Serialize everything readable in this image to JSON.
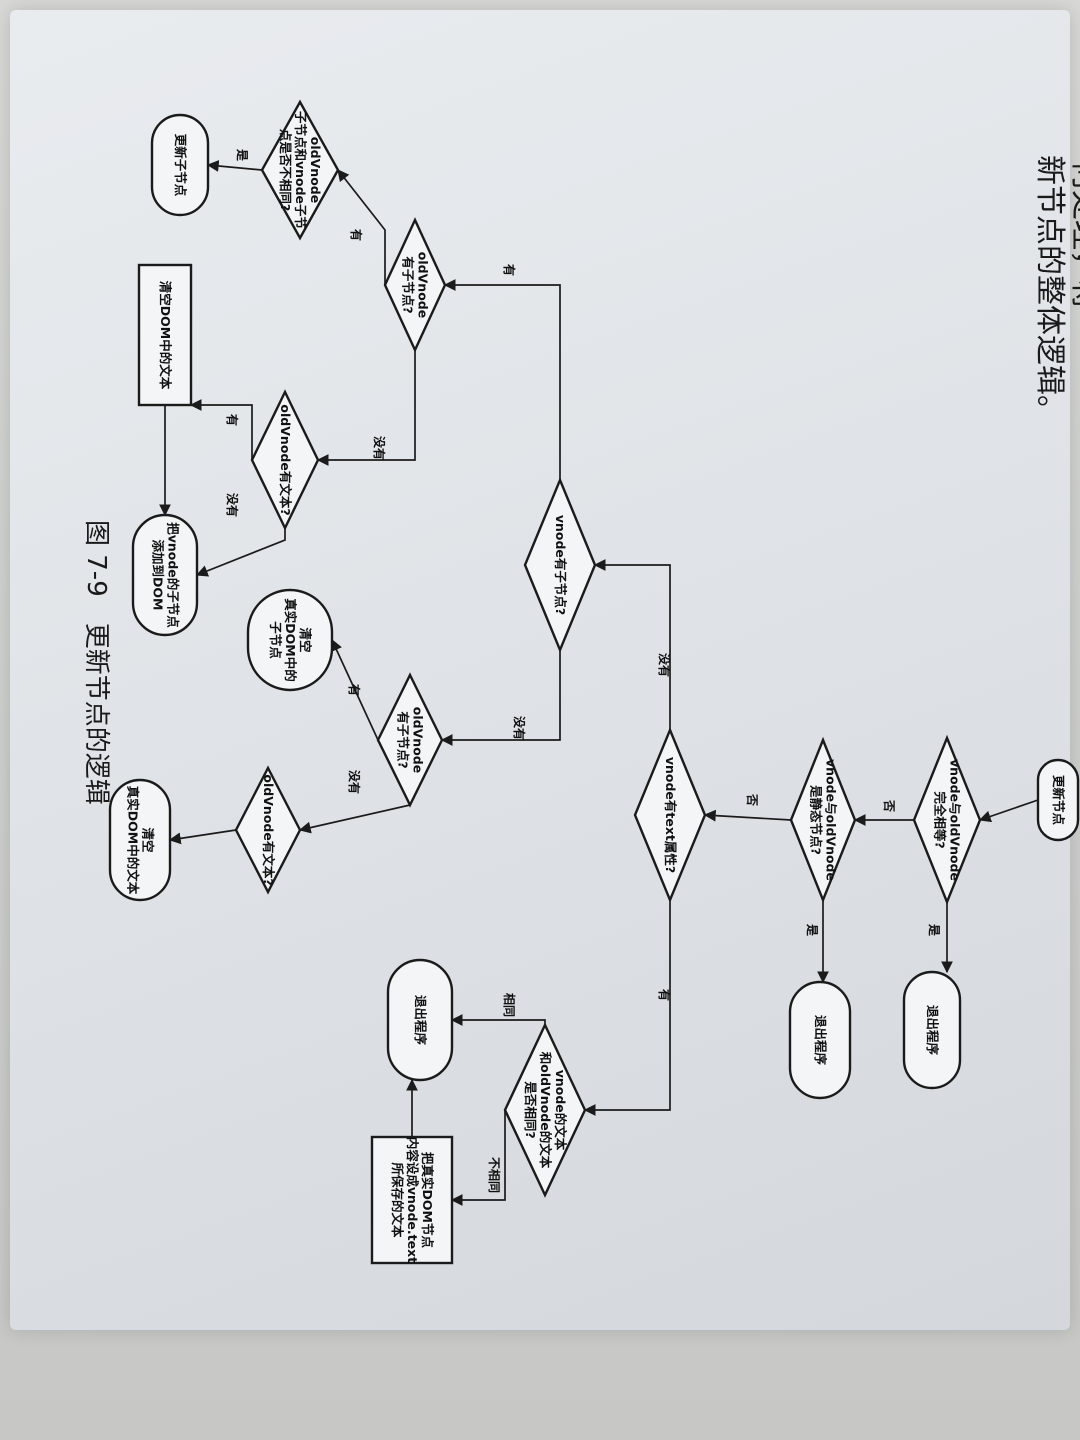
{
  "page": {
    "intro_line_1": "何处理，将",
    "intro_line_2": "新节点的整体逻辑。",
    "caption": "图 7-9　更新节点的逻辑"
  },
  "nodes": {
    "start": [
      "更新节点"
    ],
    "vnode_eq_oldvnode": [
      "vnode与oldVnode",
      "完全相等?"
    ],
    "exit_1": [
      "退出程序"
    ],
    "both_static": [
      "vnode与oldVnode",
      "是静态节点?"
    ],
    "exit_2": [
      "退出程序"
    ],
    "vnode_has_text": [
      "vnode有text属性?"
    ],
    "text_same": [
      "vnode的文本",
      "和oldVnode的文本",
      "是否相同?"
    ],
    "exit_3": [
      "退出程序"
    ],
    "set_text": [
      "把真实DOM节点",
      "内容设成vnode.text",
      "所保存的文本"
    ],
    "vnode_has_children": [
      "vnode有子节点?"
    ],
    "old_has_children_a": [
      "oldVnode",
      "有子节点?"
    ],
    "children_differ": [
      "oldVnode",
      "子节点和vnode子节",
      "点是否不相同?"
    ],
    "update_children": [
      "更新子节点"
    ],
    "old_has_text_a": [
      "oldVnode有文本?"
    ],
    "clear_dom_text_a": [
      "清空DOM中的文本"
    ],
    "add_children": [
      "把vnode的子节点",
      "添加到DOM"
    ],
    "old_has_children_b": [
      "oldVnode",
      "有子节点?"
    ],
    "clear_children": [
      "清空",
      "真实DOM中的",
      "子节点"
    ],
    "old_has_text_b": [
      "oldVnode有文本?"
    ],
    "clear_dom_text_b": [
      "清空",
      "真实DOM中的文本"
    ]
  },
  "edge_labels": {
    "no": "否",
    "yes": "是",
    "has": "有",
    "none": "没有",
    "same": "相同",
    "different": "不相同"
  },
  "colors": {
    "ink": "#1b1b1b",
    "paper": "#e6e9ec",
    "node_fill": "#f4f5f6"
  }
}
